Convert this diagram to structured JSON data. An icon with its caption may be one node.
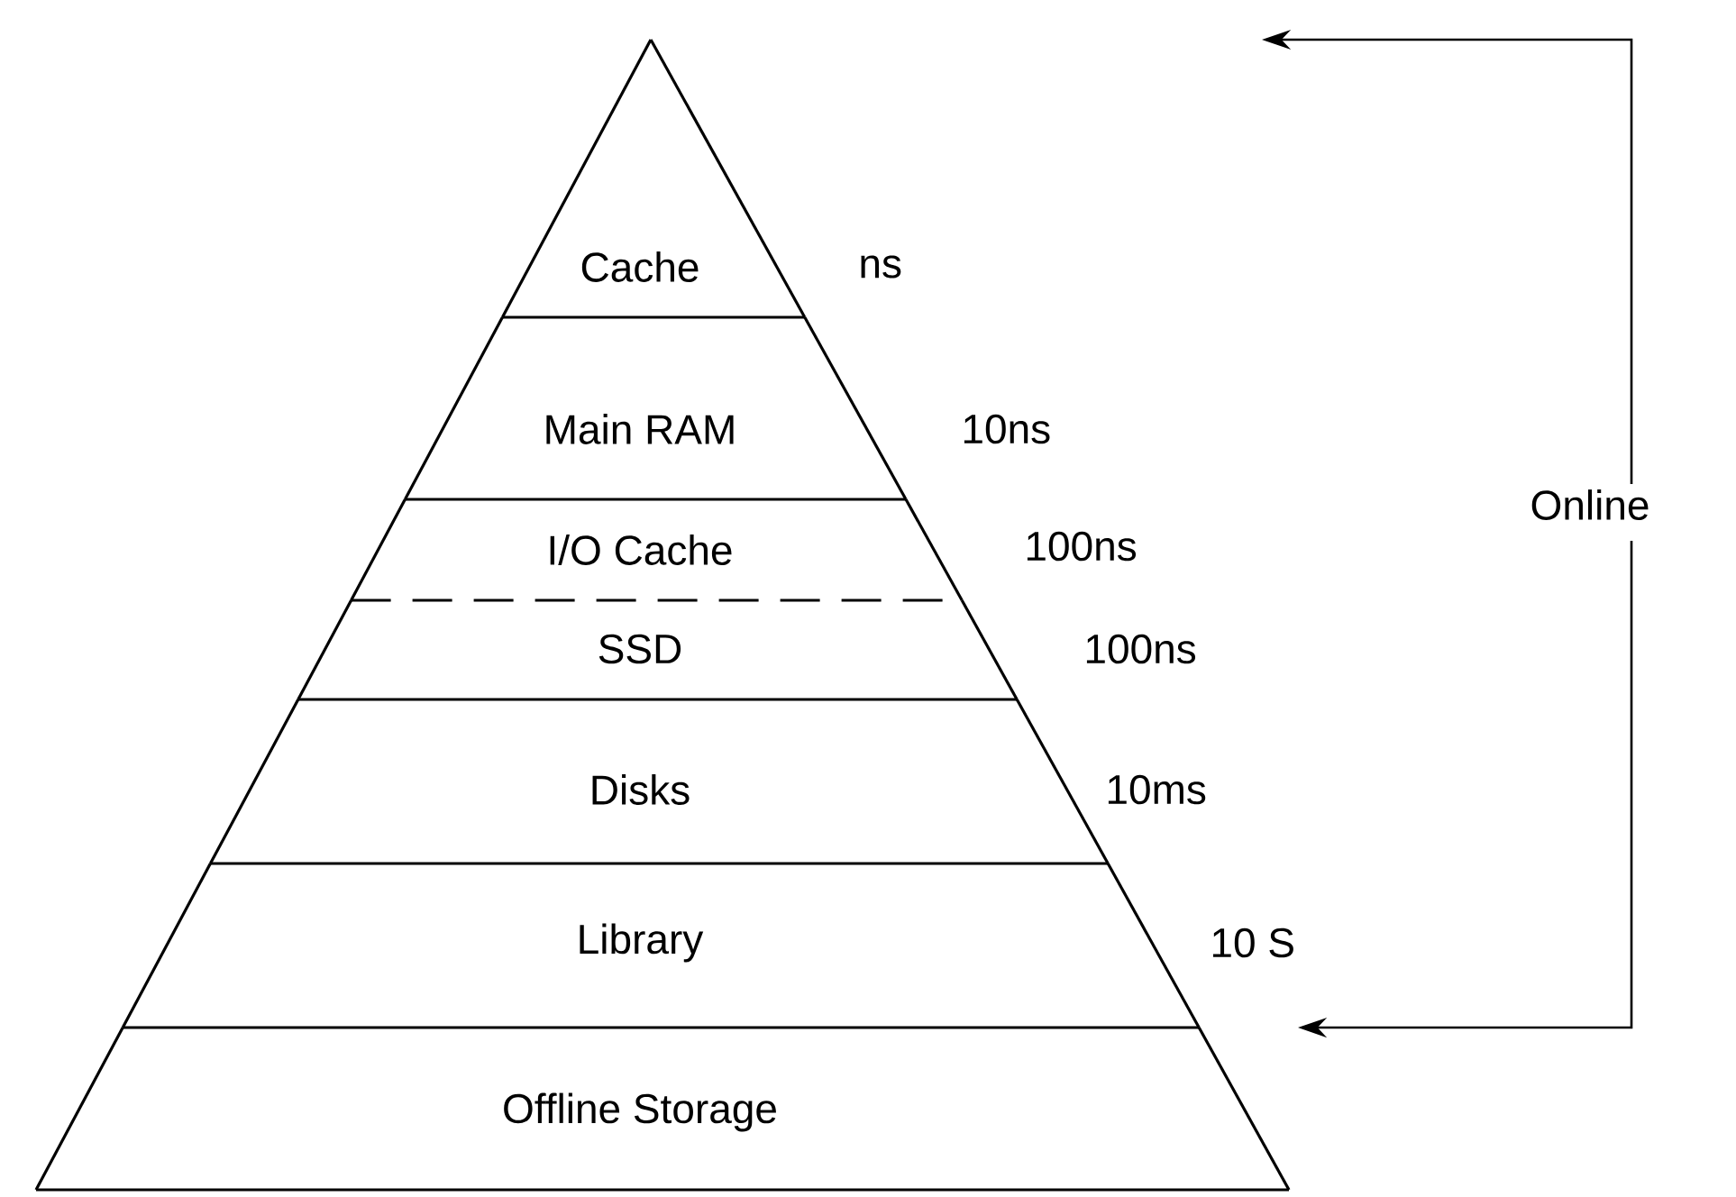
{
  "diagram": {
    "nodes": [
      {
        "text": [
          "Cache"
        ]
      },
      {
        "text": [
          "Main RAM"
        ]
      },
      {
        "text": [
          "I/O Cache"
        ]
      },
      {
        "text": [
          "SSD"
        ]
      },
      {
        "text": [
          "Disks"
        ]
      },
      {
        "text": [
          "Library"
        ]
      },
      {
        "text": [
          "Offline Storage"
        ]
      }
    ],
    "edges": [],
    "labels": [
      "ns",
      "10ns",
      "Online",
      "100ns",
      "100ns",
      "10ms",
      "10 S"
    ]
  }
}
